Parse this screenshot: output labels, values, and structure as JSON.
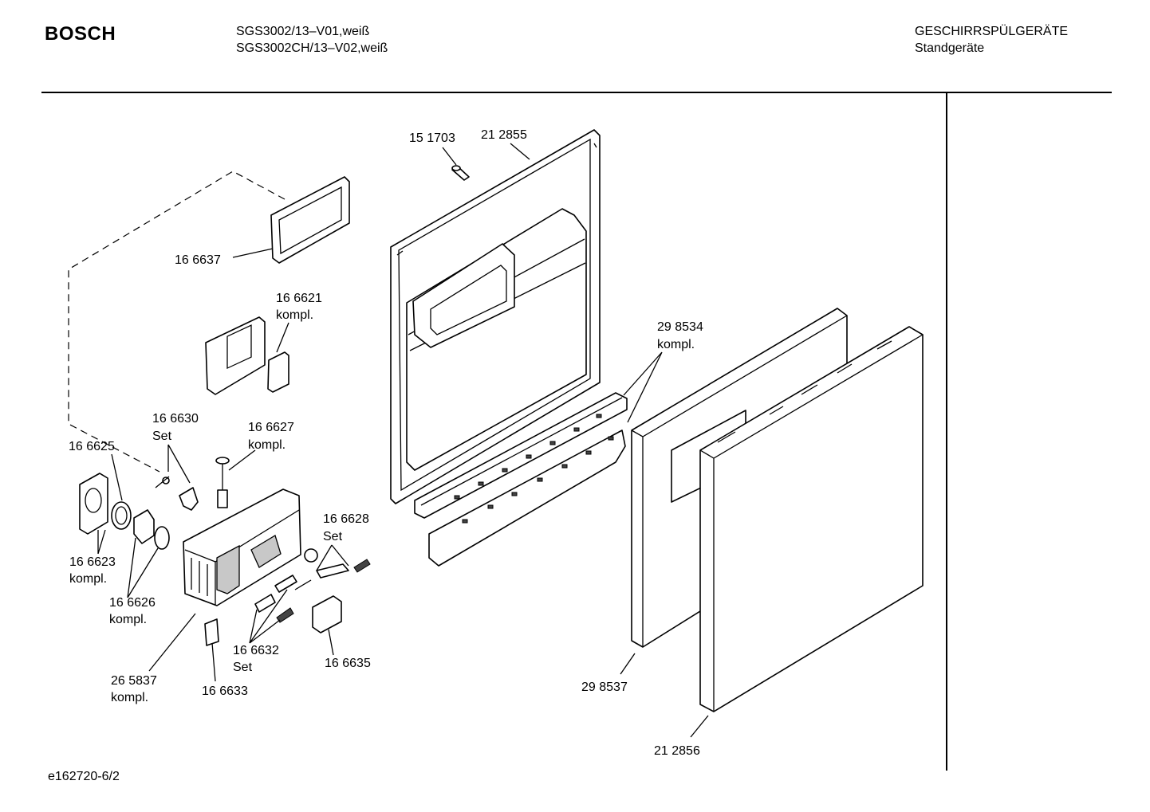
{
  "header": {
    "brand": "BOSCH",
    "models": [
      "SGS3002/13–V01,weiß",
      "SGS3002CH/13–V02,weiß"
    ],
    "category": "GESCHIRRSPÜLGERÄTE",
    "subcategory": "Standgeräte"
  },
  "footer": {
    "drawing_id": "e162720-6/2"
  },
  "parts": [
    {
      "id": "151703",
      "lines": [
        "15 1703"
      ]
    },
    {
      "id": "212855",
      "lines": [
        "21 2855"
      ]
    },
    {
      "id": "166637",
      "lines": [
        "16 6637"
      ]
    },
    {
      "id": "166621",
      "lines": [
        "16 6621",
        "kompl."
      ]
    },
    {
      "id": "298534",
      "lines": [
        "29 8534",
        "kompl."
      ]
    },
    {
      "id": "166630",
      "lines": [
        "16 6630",
        "Set"
      ]
    },
    {
      "id": "166627",
      "lines": [
        "16 6627",
        "kompl."
      ]
    },
    {
      "id": "166625",
      "lines": [
        "16 6625"
      ]
    },
    {
      "id": "166628",
      "lines": [
        "16 6628",
        "Set"
      ]
    },
    {
      "id": "166623",
      "lines": [
        "16 6623",
        "kompl."
      ]
    },
    {
      "id": "166626",
      "lines": [
        "16 6626",
        "kompl."
      ]
    },
    {
      "id": "166632",
      "lines": [
        "16 6632",
        "Set"
      ]
    },
    {
      "id": "166635",
      "lines": [
        "16 6635"
      ]
    },
    {
      "id": "265837",
      "lines": [
        "26 5837",
        "kompl."
      ]
    },
    {
      "id": "166633",
      "lines": [
        "16 6633"
      ]
    },
    {
      "id": "298537",
      "lines": [
        "29 8537"
      ]
    },
    {
      "id": "212856",
      "lines": [
        "21 2856"
      ]
    }
  ]
}
